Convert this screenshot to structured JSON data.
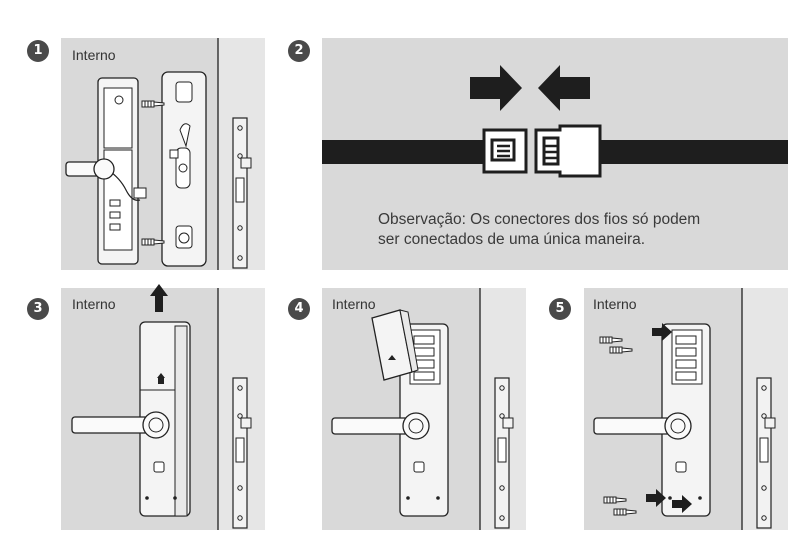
{
  "steps": [
    {
      "number": "1",
      "label": "Interno"
    },
    {
      "number": "2",
      "label": ""
    },
    {
      "number": "3",
      "label": "Interno"
    },
    {
      "number": "4",
      "label": "Interno"
    },
    {
      "number": "5",
      "label": "Interno"
    }
  ],
  "step2_note": {
    "line1": "Observação: Os conectores dos fios só podem",
    "line2": "ser conectados de uma única maneira."
  },
  "colors": {
    "panel_bg": "#d9d9d9",
    "badge": "#4a4a4a",
    "line": "#1e1e1e",
    "wall": "#e6e6e6"
  }
}
